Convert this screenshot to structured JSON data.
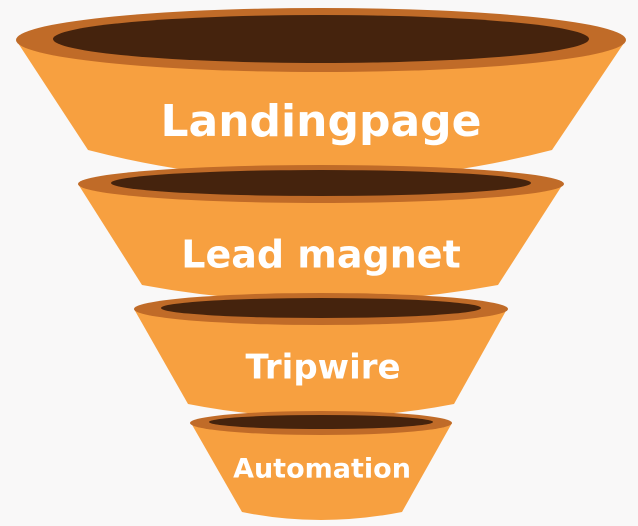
{
  "funnel": {
    "colors": {
      "body": "#f7a040",
      "rim": "#c06b28",
      "inner": "#45230d",
      "label": "#ffffff",
      "background": "#f9f8f8"
    },
    "stages": [
      {
        "label": "Landingpage"
      },
      {
        "label": "Lead magnet"
      },
      {
        "label": "Tripwire"
      },
      {
        "label": "Automation"
      }
    ]
  }
}
